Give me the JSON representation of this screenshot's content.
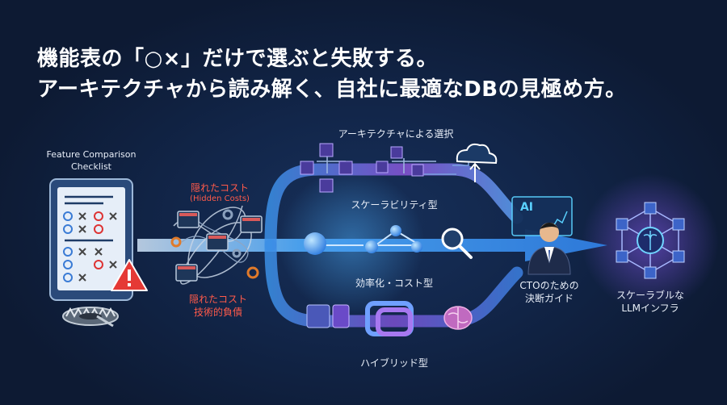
{
  "headline": {
    "line1": "機能表の「○×」だけで選ぶと失敗する。",
    "line2": "アーキテクチャから読み解く、自社に最適なDBの見極め方。"
  },
  "checklist": {
    "line1": "Feature Comparison",
    "line2": "Checklist"
  },
  "hidden_costs": {
    "jp": "隠れたコスト",
    "en": "(Hidden Costs)"
  },
  "tech_debt": {
    "line1": "隠れたコスト",
    "line2": "技術的負債"
  },
  "architecture_choice": "アーキテクチャによる選択",
  "paths": {
    "scalability": "スケーラビリティ型",
    "efficiency": "効率化・コスト型",
    "hybrid": "ハイブリッド型"
  },
  "cto": {
    "badge": "AI",
    "line1": "CTOのための",
    "line2": "決断ガイド"
  },
  "llm": {
    "line1": "スケーラブルな",
    "line2": "LLMインフラ"
  },
  "colors": {
    "background": "#12264a",
    "arrow_blue": "#3f9ff0",
    "arrow_purple": "#7a4fd0",
    "warning_red": "#e53935",
    "accent_cyan": "#5ad1ff"
  }
}
